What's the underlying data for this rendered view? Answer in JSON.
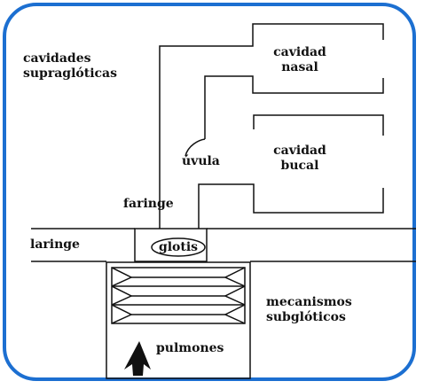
{
  "frame_color": "#1c6fd1",
  "line_color": "#111111",
  "labels": {
    "supraglottic": "cavidades\nsupraglóticas",
    "nasal": "cavidad\nnasal",
    "uvula": "úvula",
    "oral": "cavidad\nbucal",
    "pharynx": "faringe",
    "larynx": "laringe",
    "glottis": "glotis",
    "subglottic": "mecanismos\nsubglóticos",
    "lungs": "pulmones"
  }
}
